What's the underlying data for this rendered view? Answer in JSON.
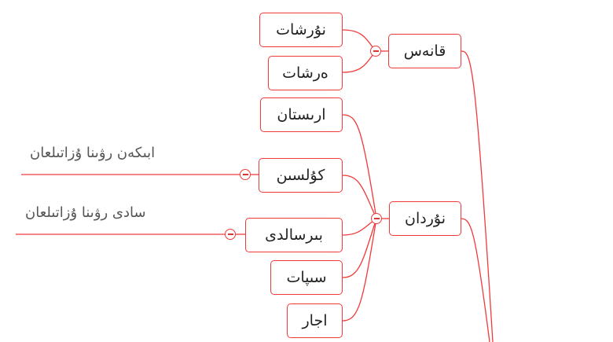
{
  "accent_color": "#f03a3a",
  "nodes": {
    "qanes": "قانەس",
    "nurshat": "نۇرشات",
    "ershat": "ەرشات",
    "nurdan": "نۇردان",
    "aristan": "ارىستان",
    "kulsin": "كۇلسىن",
    "birsaldi": "بىرسالدى",
    "sipat": "سىپات",
    "ajar": "اجار"
  },
  "notes": {
    "kulsin_note": "ابىكەن رۋىنا ۇزاتىلعان",
    "birsaldi_note": "سادى رۋىنا ۇزاتىلعان"
  }
}
